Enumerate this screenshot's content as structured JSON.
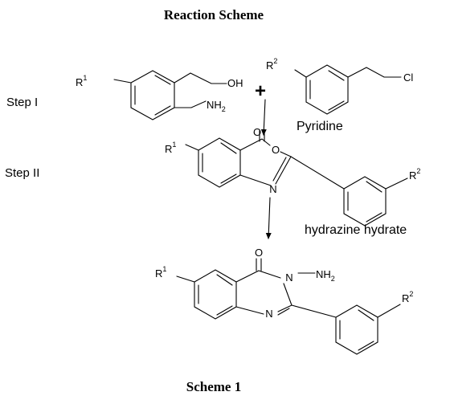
{
  "header": {
    "title": "Reaction Scheme"
  },
  "footer": {
    "caption": "Scheme 1"
  },
  "steps": {
    "step1": "Step I",
    "step2": "Step II"
  },
  "operator": "+",
  "reagents": {
    "pyridine": "Pyridine",
    "hydrazine": "hydrazine hydrate"
  },
  "atoms": {
    "R": "R",
    "sup1": "1",
    "sup2": "2",
    "OH": "OH",
    "NH": "NH",
    "sub2": "2",
    "Cl": "Cl",
    "O": "O",
    "N": "N"
  }
}
